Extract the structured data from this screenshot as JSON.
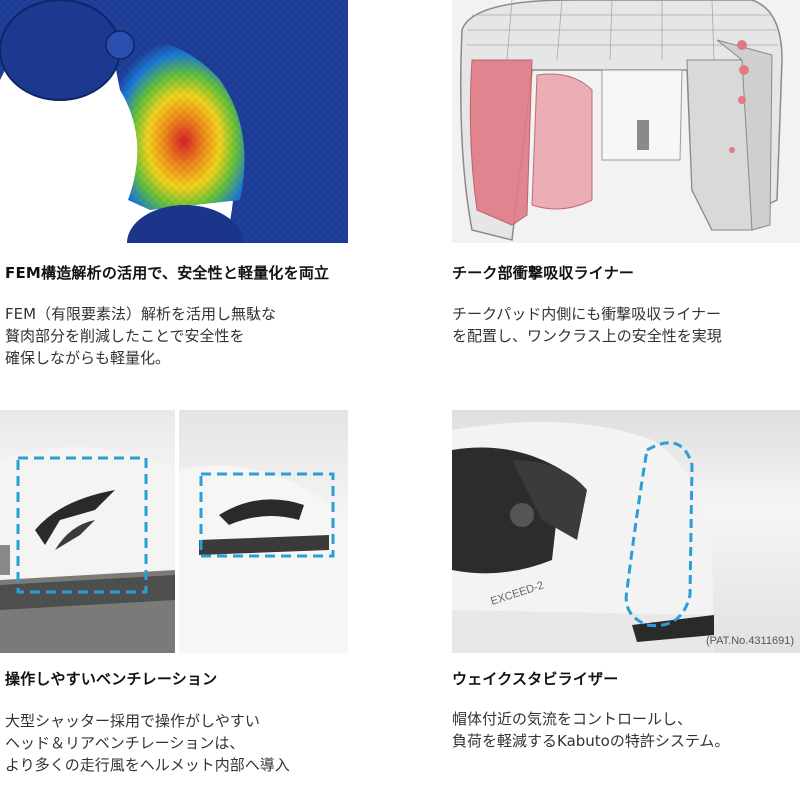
{
  "features": [
    {
      "heading": "FEM構造解析の活用で、安全性と軽量化を両立",
      "lines": [
        "FEM（有限要素法）解析を活用し無駄な",
        "贅肉部分を削減したことで安全性を",
        "確保しながらも軽量化。"
      ],
      "image": "fem-analysis-helmet-image"
    },
    {
      "heading": "チーク部衝撃吸収ライナー",
      "lines": [
        "チークパッド内側にも衝撃吸収ライナー",
        "を配置し、ワンクラス上の安全性を実現"
      ],
      "image": "cheek-liner-helmet-image"
    },
    {
      "heading": "操作しやすいベンチレーション",
      "lines": [
        "大型シャッター採用で操作がしやすい",
        "ヘッド＆リアベンチレーションは、",
        "より多くの走行風をヘルメット内部へ導入"
      ],
      "image": "ventilation-helmet-image"
    },
    {
      "heading": "ウェイクスタビライザー",
      "lines": [
        "帽体付近の気流をコントロールし、",
        "負荷を軽減するKabutoの特許システム。"
      ],
      "image": "wake-stabilizer-helmet-image",
      "patent": "(PAT.No.4311691)",
      "helmet_label": "EXCEED-2"
    }
  ],
  "colors": {
    "highlight": "#2a9fd6",
    "fem_background": "#1f3f9a",
    "liner": "#e07b86"
  }
}
